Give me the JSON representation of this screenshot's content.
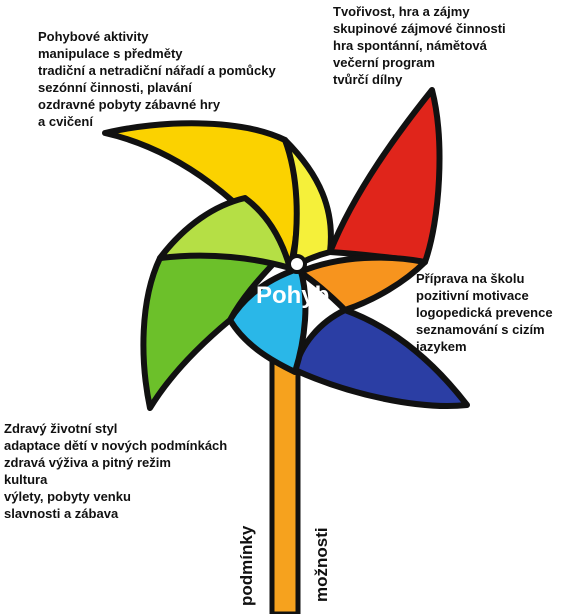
{
  "center_label": "Pohyb",
  "stick_labels": {
    "left": "podmínky",
    "right": "možnosti"
  },
  "blocks": {
    "top_left": [
      "Pohybové aktivity",
      "manipulace s předměty",
      "tradiční a netradiční nářadí a pomůcky",
      "sezónní činnosti, plavání",
      "ozdravné pobyty zábavné hry",
      "a cvičení"
    ],
    "top_right": [
      "Tvořivost, hra a  zájmy",
      "skupinové zájmové činnosti",
      "hra spontánní, námětová",
      "večerní program",
      "tvůrčí dílny"
    ],
    "middle_right": [
      "Příprava na školu",
      "pozitivní motivace",
      "logopedická prevence",
      "seznamování s cizím",
      "jazykem"
    ],
    "bottom_left": [
      "Zdravý životní styl",
      "adaptace dětí v nových podmínkách",
      "zdravá výživa a pitný režim",
      "kultura",
      "výlety, pobyty venku",
      "slavnosti a zábava"
    ]
  },
  "colors": {
    "yellow": "#fbd200",
    "light_yellow": "#f5f03a",
    "red": "#e0251b",
    "orange": "#f7941e",
    "blue": "#2b3ea4",
    "cyan": "#2ab7e8",
    "green": "#6cc02a",
    "light_green": "#b5df45",
    "stick": "#f6a21e",
    "outline": "#111111"
  }
}
